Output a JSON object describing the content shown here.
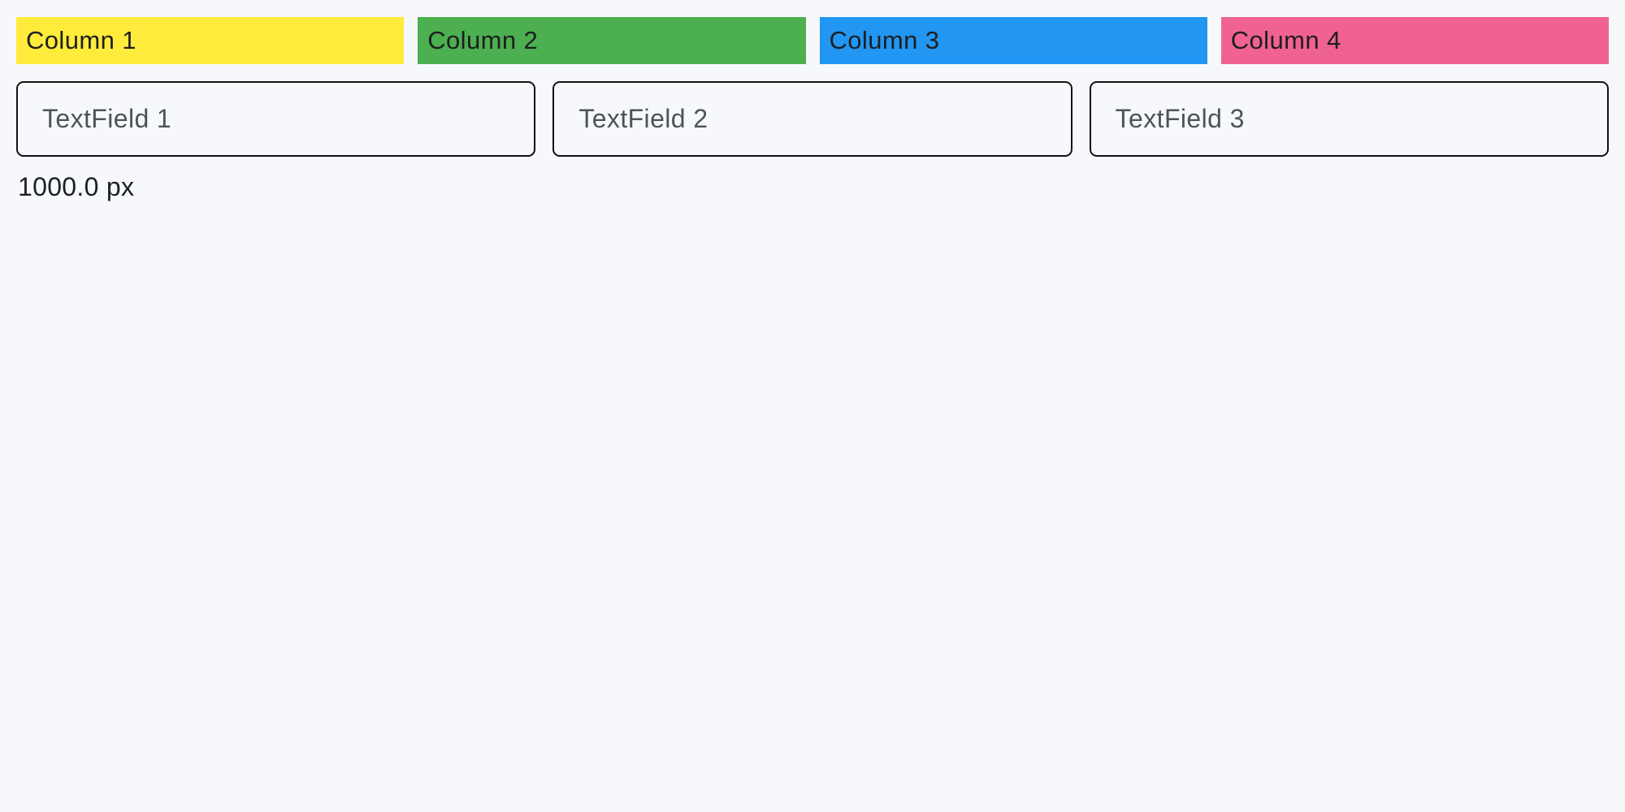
{
  "page": {
    "background": "#F7F8FB"
  },
  "columns": {
    "items": [
      {
        "label": "Column 1",
        "color": "#FFEB3B"
      },
      {
        "label": "Column 2",
        "color": "#4CAF50"
      },
      {
        "label": "Column 3",
        "color": "#2196F3"
      },
      {
        "label": "Column 4",
        "color": "#F06292"
      }
    ]
  },
  "text_fields": {
    "items": [
      {
        "placeholder": "TextField 1"
      },
      {
        "placeholder": "TextField 2"
      },
      {
        "placeholder": "TextField 3"
      }
    ]
  },
  "footer": {
    "width_label": "1000.0 px"
  }
}
